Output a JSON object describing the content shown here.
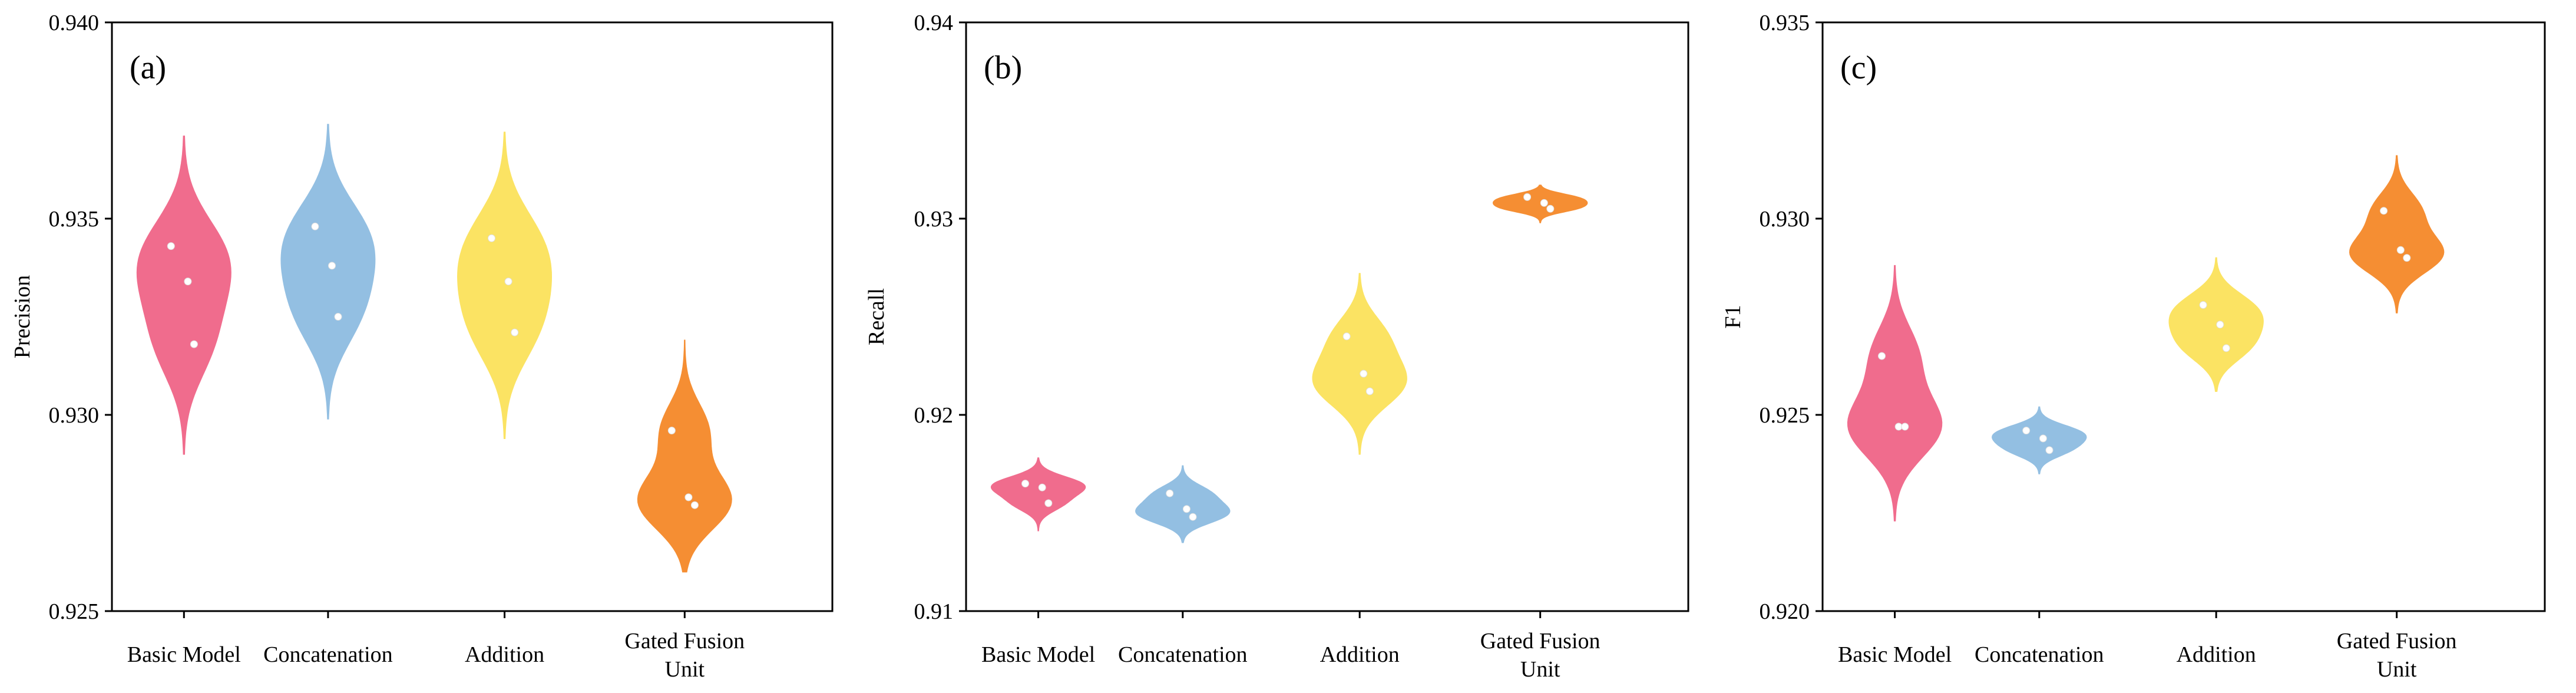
{
  "chart_data": [
    {
      "type": "violin",
      "panel_label": "(a)",
      "ylabel": "Precision",
      "ylim": [
        0.925,
        0.94
      ],
      "yticks": [
        "0.925",
        "0.930",
        "0.935",
        "0.940"
      ],
      "ytick_values": [
        0.925,
        0.93,
        0.935,
        0.94
      ],
      "categories": [
        "Basic Model",
        "Concatenation",
        "Addition",
        "Gated Fusion Unit"
      ],
      "series": [
        {
          "category": "Basic Model",
          "color": "#F06C8D",
          "points": [
            0.9343,
            0.9334,
            0.9318
          ],
          "range": [
            0.929,
            0.9371
          ]
        },
        {
          "category": "Concatenation",
          "color": "#93BFE2",
          "points": [
            0.9348,
            0.9338,
            0.9325
          ],
          "range": [
            0.9299,
            0.9374
          ]
        },
        {
          "category": "Addition",
          "color": "#FBE363",
          "points": [
            0.9345,
            0.9334,
            0.9321
          ],
          "range": [
            0.9294,
            0.9372
          ]
        },
        {
          "category": "Gated Fusion Unit",
          "color": "#F58E33",
          "points": [
            0.9296,
            0.9279,
            0.9277
          ],
          "range": [
            0.926,
            0.9319
          ]
        }
      ]
    },
    {
      "type": "violin",
      "panel_label": "(b)",
      "ylabel": "Recall",
      "ylim": [
        0.91,
        0.94
      ],
      "yticks": [
        "0.91",
        "0.92",
        "0.93",
        "0.94"
      ],
      "ytick_values": [
        0.91,
        0.92,
        0.93,
        0.94
      ],
      "categories": [
        "Basic Model",
        "Concatenation",
        "Addition",
        "Gated Fusion Unit"
      ],
      "series": [
        {
          "category": "Basic Model",
          "color": "#F06C8D",
          "points": [
            0.9165,
            0.9163,
            0.9155
          ],
          "range": [
            0.9141,
            0.9178
          ]
        },
        {
          "category": "Concatenation",
          "color": "#93BFE2",
          "points": [
            0.916,
            0.9152,
            0.9148
          ],
          "range": [
            0.9135,
            0.9174
          ]
        },
        {
          "category": "Addition",
          "color": "#FBE363",
          "points": [
            0.924,
            0.9221,
            0.9212
          ],
          "range": [
            0.918,
            0.9272
          ]
        },
        {
          "category": "Gated Fusion Unit",
          "color": "#F58E33",
          "points": [
            0.9311,
            0.9308,
            0.9305
          ],
          "range": [
            0.9298,
            0.9317
          ]
        }
      ]
    },
    {
      "type": "violin",
      "panel_label": "(c)",
      "ylabel": "F1",
      "ylim": [
        0.92,
        0.935
      ],
      "yticks": [
        "0.920",
        "0.925",
        "0.930",
        "0.935"
      ],
      "ytick_values": [
        0.92,
        0.925,
        0.93,
        0.935
      ],
      "categories": [
        "Basic Model",
        "Concatenation",
        "Addition",
        "Gated Fusion Unit"
      ],
      "series": [
        {
          "category": "Basic Model",
          "color": "#F06C8D",
          "points": [
            0.9265,
            0.9247,
            0.9247
          ],
          "range": [
            0.9223,
            0.9288
          ]
        },
        {
          "category": "Concatenation",
          "color": "#93BFE2",
          "points": [
            0.9246,
            0.9244,
            0.9241
          ],
          "range": [
            0.9235,
            0.9252
          ]
        },
        {
          "category": "Addition",
          "color": "#FBE363",
          "points": [
            0.9278,
            0.9273,
            0.9267
          ],
          "range": [
            0.9256,
            0.929
          ]
        },
        {
          "category": "Gated Fusion Unit",
          "color": "#F58E33",
          "points": [
            0.9302,
            0.9292,
            0.929
          ],
          "range": [
            0.9276,
            0.9316
          ]
        }
      ]
    }
  ]
}
